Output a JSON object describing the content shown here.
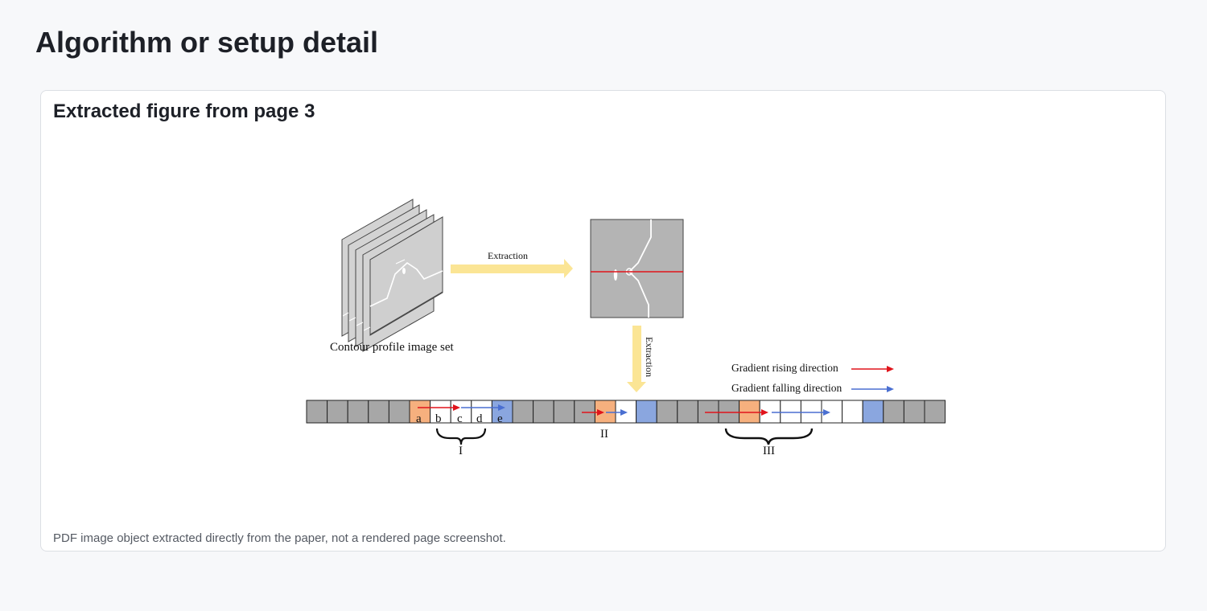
{
  "page": {
    "title": "Algorithm or setup detail"
  },
  "card": {
    "title": "Extracted figure from page 3",
    "caption": "PDF image object extracted directly from the paper, not a rendered page screenshot."
  },
  "figure": {
    "extraction_label_horizontal": "Extraction",
    "extraction_label_vertical": "Extraction",
    "image_set_label": "Contour profile image set",
    "legend": {
      "rising": "Gradient rising direction",
      "falling": "Gradient falling direction"
    },
    "cell_letters": [
      "a",
      "b",
      "c",
      "d",
      "e"
    ],
    "group_labels": [
      "I",
      "II",
      "III"
    ],
    "colors": {
      "gray_cell": "#a7a7a7",
      "orange_cell": "#f6b07e",
      "blue_cell": "#8aa6df",
      "rising_arrow": "#e0141b",
      "falling_arrow": "#4a6fd1",
      "yellow_arrow": "#fbe595"
    }
  }
}
